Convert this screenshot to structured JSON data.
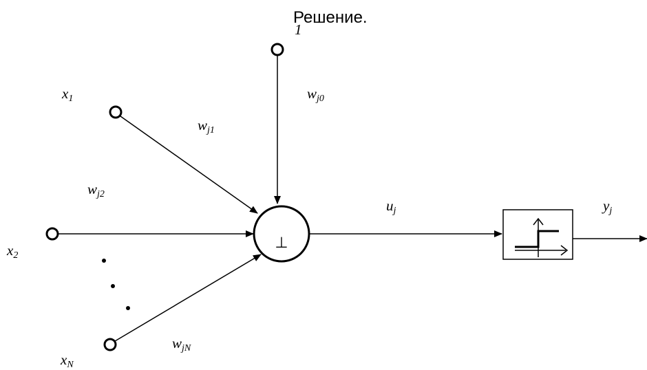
{
  "heading": "Решение.",
  "labels": {
    "bias_input": "1",
    "x1": {
      "base": "x",
      "sub": "1"
    },
    "x2": {
      "base": "x",
      "sub": "2"
    },
    "xN": {
      "base": "x",
      "sub": "N"
    },
    "wj0": {
      "base": "w",
      "sub": "j0"
    },
    "wj1": {
      "base": "w",
      "sub": "j1"
    },
    "wj2": {
      "base": "w",
      "sub": "j2"
    },
    "wjN": {
      "base": "w",
      "sub": "jN"
    },
    "uj": {
      "base": "u",
      "sub": "j"
    },
    "yj": {
      "base": "y",
      "sub": "j"
    }
  },
  "summator_symbol": "⊥"
}
